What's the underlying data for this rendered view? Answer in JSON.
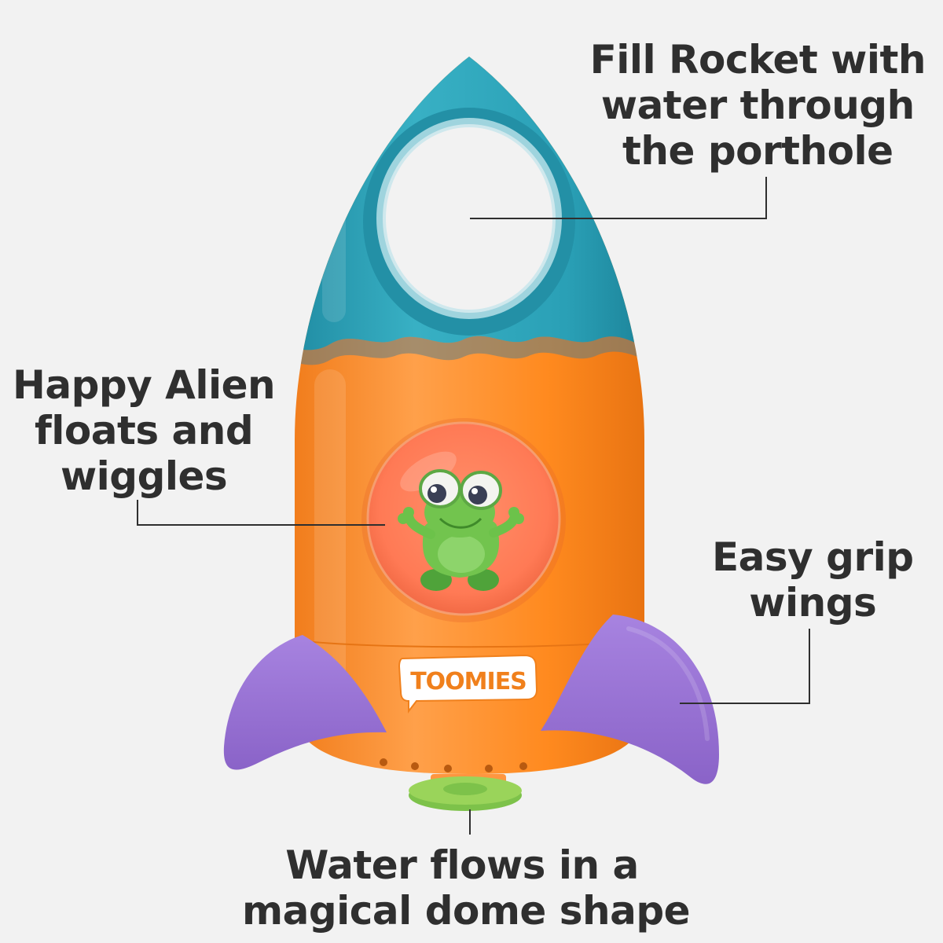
{
  "annotations": {
    "fill": [
      "Fill Rocket with",
      "water through",
      "the porthole"
    ],
    "alien": [
      "Happy Alien",
      "floats and",
      "wiggles"
    ],
    "wings": [
      "Easy grip",
      "wings"
    ],
    "water": [
      "Water flows in a",
      "magical dome shape"
    ]
  },
  "brand_logo": "TOOMIES",
  "colors": {
    "background": "#f2f2f2",
    "nose_teal": "#2fa3b8",
    "body_orange": "#ff8a1f",
    "wings_purple": "#9b74d6",
    "alien_green": "#6cc24a",
    "text": "#2f2f2f",
    "leader_lines": "#2f2f2f"
  },
  "icons": {
    "product": "rocket-fountain-toy",
    "character": "alien-character-icon"
  }
}
